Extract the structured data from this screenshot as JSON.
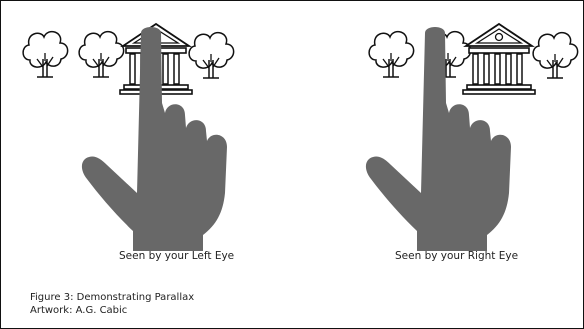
{
  "figure": {
    "left_caption": "Seen by your Left Eye",
    "right_caption": "Seen by your Right Eye",
    "figure_title": "Figure 3: Demonstrating Parallax",
    "artwork_credit": "Artwork: A.G. Cabic"
  },
  "scenes": [
    {
      "name": "left-eye-view",
      "objects": [
        "tree",
        "tree",
        "museum-building",
        "tree"
      ],
      "finger_covers": "museum-building"
    },
    {
      "name": "right-eye-view",
      "objects": [
        "tree",
        "tree",
        "museum-building",
        "tree"
      ],
      "finger_covers": "tree"
    }
  ],
  "colors": {
    "hand": "#686868",
    "line_art": "#111111",
    "border": "#111111",
    "background": "#ffffff"
  }
}
